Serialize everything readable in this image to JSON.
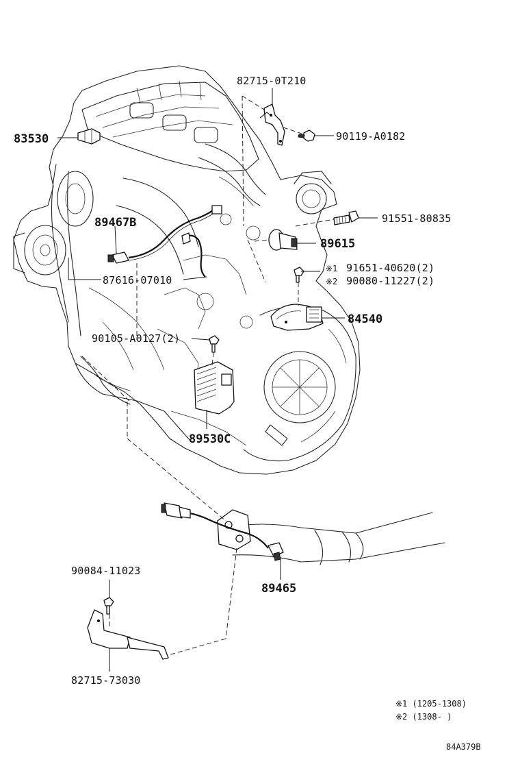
{
  "parts": {
    "p83530": "83530",
    "p82715_0T210": "82715-0T210",
    "p90119_A0182": "90119-A0182",
    "p91551_80835": "91551-80835",
    "p89467B": "89467B",
    "p89615": "89615",
    "p91651_40620": "91651-40620(2)",
    "p90080_11227": "90080-11227(2)",
    "p87616_07010": "87616-07010",
    "p84540": "84540",
    "p90105_A0127": "90105-A0127(2)",
    "p89530C": "89530C",
    "p89465": "89465",
    "p90084_11023": "90084-11023",
    "p82715_73030": "82715-73030"
  },
  "markers": {
    "m1": "※1",
    "m2": "※2"
  },
  "notes": {
    "n1": "※1 (1205-1308)",
    "n2": "※2 (1308-      )"
  },
  "diagram_id": "84A379B"
}
